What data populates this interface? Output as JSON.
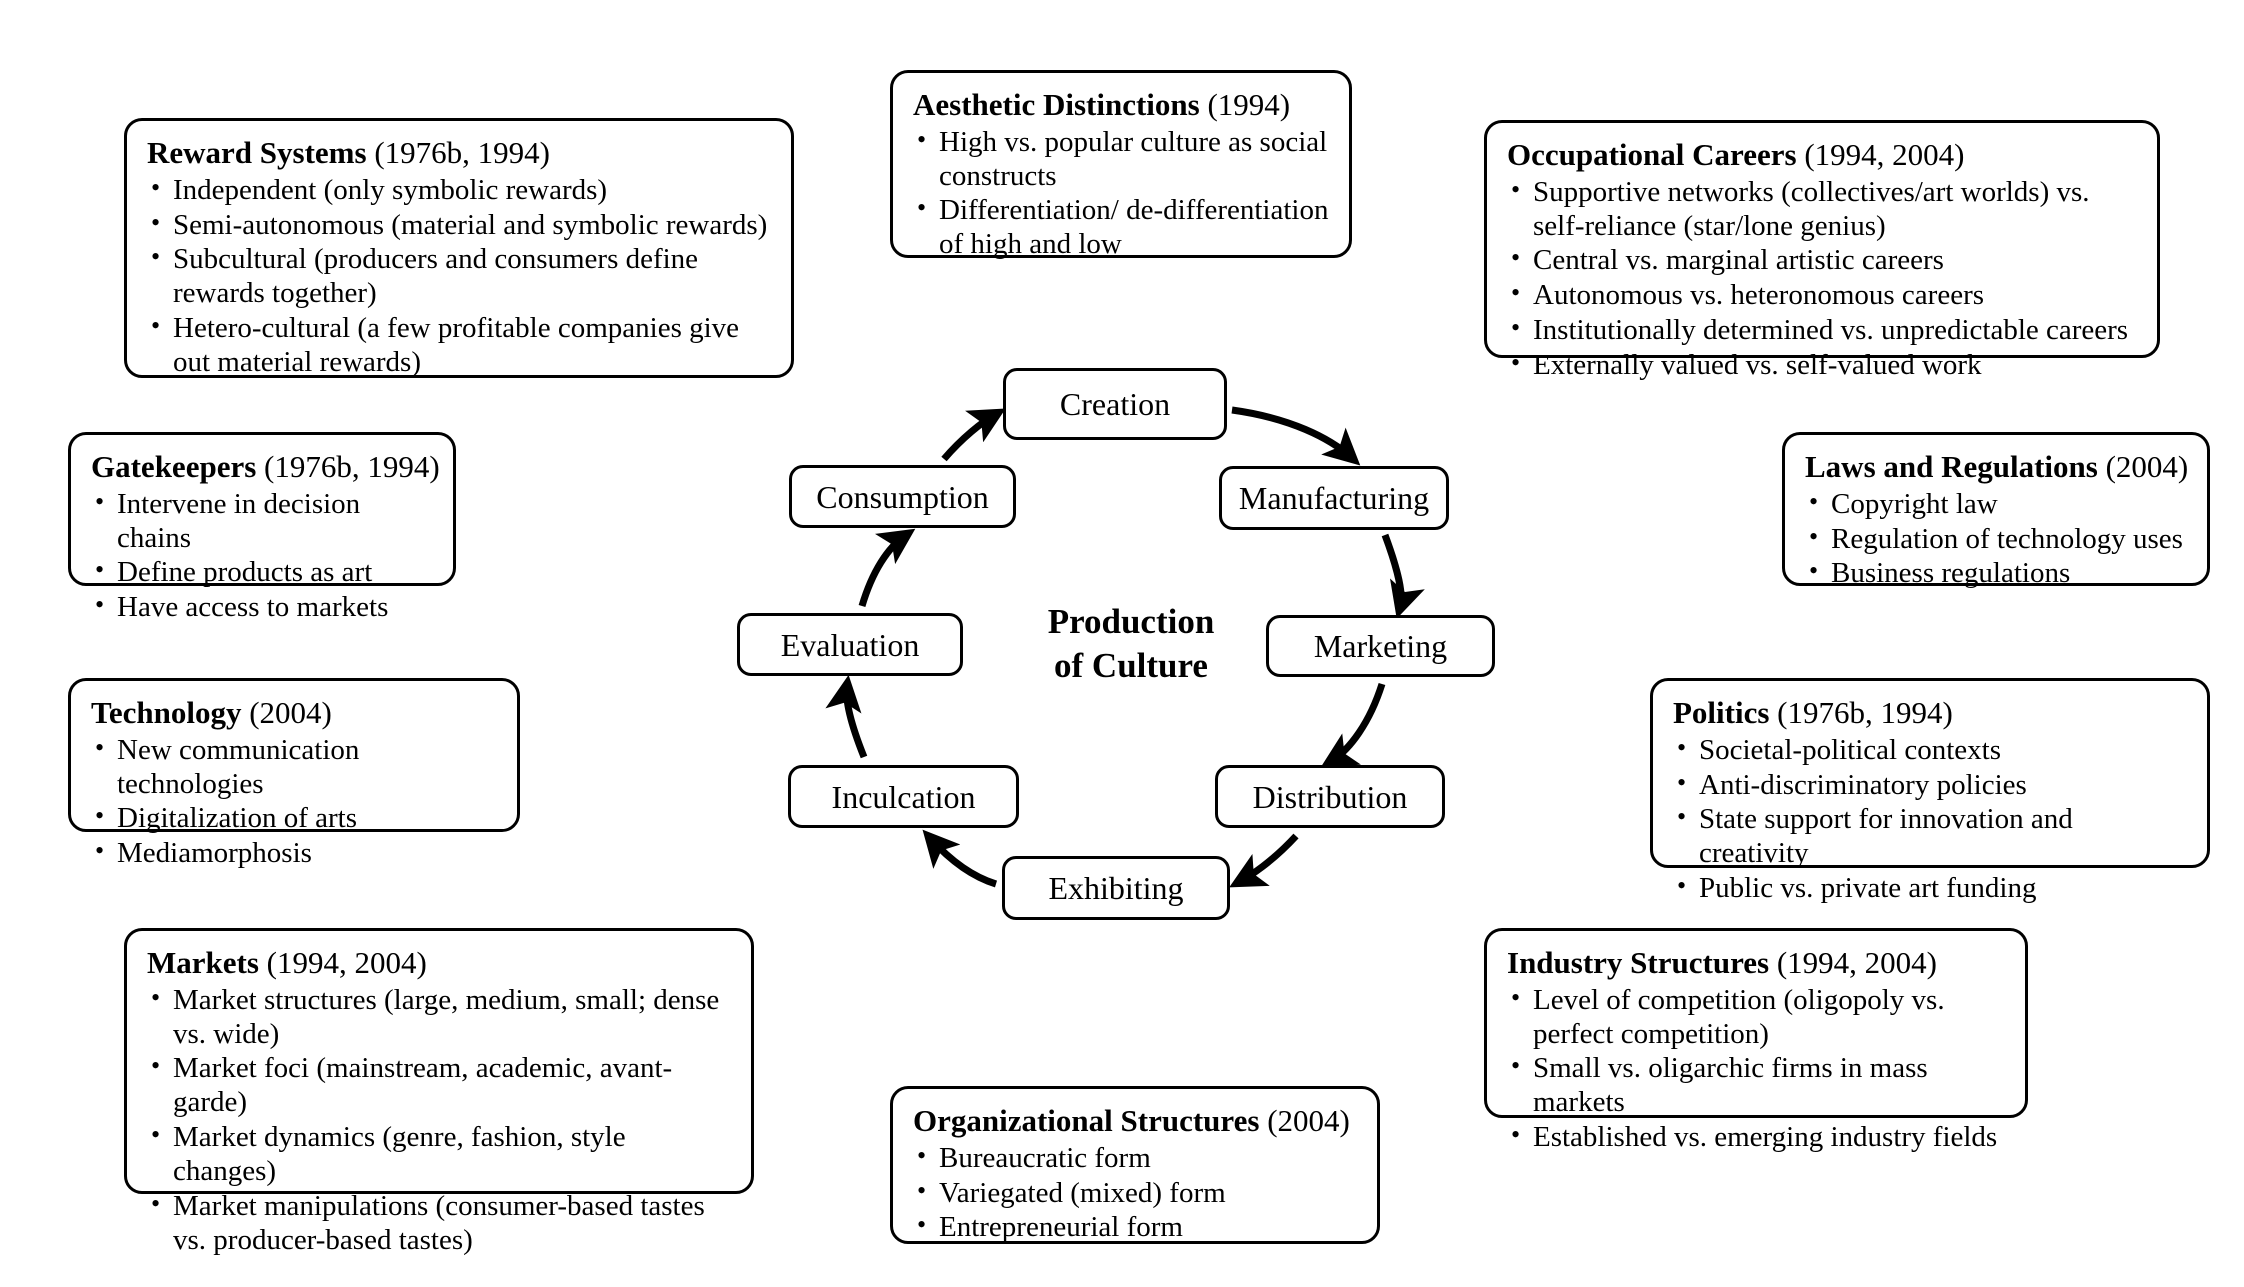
{
  "diagram": {
    "center_label": "Production\nof Culture",
    "cycle_nodes": [
      {
        "id": "creation",
        "label": "Creation"
      },
      {
        "id": "manufacturing",
        "label": "Manufacturing"
      },
      {
        "id": "marketing",
        "label": "Marketing"
      },
      {
        "id": "distribution",
        "label": "Distribution"
      },
      {
        "id": "exhibiting",
        "label": "Exhibiting"
      },
      {
        "id": "inculcation",
        "label": "Inculcation"
      },
      {
        "id": "evaluation",
        "label": "Evaluation"
      },
      {
        "id": "consumption",
        "label": "Consumption"
      }
    ],
    "cycle_flow": [
      "Creation → Manufacturing",
      "Manufacturing → Marketing",
      "Marketing → Distribution",
      "Distribution → Exhibiting",
      "Exhibiting → Inculcation",
      "Inculcation → Evaluation",
      "Evaluation → Consumption",
      "Consumption → Creation"
    ],
    "line_color": "#000000",
    "background_color": "#ffffff"
  },
  "boxes": {
    "reward_systems": {
      "title": "Reward Systems",
      "years": "(1976b, 1994)",
      "bullets": [
        "Independent (only symbolic rewards)",
        "Semi-autonomous (material and symbolic rewards)",
        "Subcultural (producers and consumers define rewards together)",
        "Hetero-cultural (a few profitable companies give out material rewards)"
      ]
    },
    "aesthetic_distinctions": {
      "title": "Aesthetic Distinctions",
      "years": "(1994)",
      "bullets": [
        "High vs. popular culture as social constructs",
        "Differentiation/ de-differentiation of high and low"
      ]
    },
    "occupational_careers": {
      "title": "Occupational Careers",
      "years": "(1994, 2004)",
      "bullets": [
        "Supportive networks (collectives/art worlds) vs. self-reliance (star/lone genius)",
        "Central vs. marginal artistic careers",
        "Autonomous vs. heteronomous careers",
        "Institutionally determined vs. unpredictable careers",
        "Externally valued vs. self-valued work"
      ]
    },
    "gatekeepers": {
      "title": "Gatekeepers",
      "years": "(1976b, 1994)",
      "bullets": [
        "Intervene in decision chains",
        "Define products as art",
        "Have access to markets"
      ]
    },
    "laws_and_regulations": {
      "title": "Laws and Regulations",
      "years": "(2004)",
      "bullets": [
        "Copyright law",
        "Regulation of technology uses",
        "Business regulations"
      ]
    },
    "technology": {
      "title": "Technology",
      "years": "(2004)",
      "bullets": [
        "New communication technologies",
        "Digitalization of arts",
        "Mediamorphosis"
      ]
    },
    "politics": {
      "title": "Politics",
      "years": "(1976b, 1994)",
      "bullets": [
        "Societal-political contexts",
        "Anti-discriminatory policies",
        "State support for innovation and creativity",
        "Public vs. private art funding"
      ]
    },
    "markets": {
      "title": "Markets",
      "years": "(1994, 2004)",
      "bullets": [
        "Market structures (large, medium, small; dense vs. wide)",
        "Market foci (mainstream, academic, avant-garde)",
        "Market dynamics (genre, fashion, style changes)",
        "Market manipulations (consumer-based tastes vs. producer-based tastes)"
      ]
    },
    "industry_structures": {
      "title": "Industry Structures",
      "years": "(1994, 2004)",
      "bullets": [
        "Level of competition (oligopoly vs. perfect competition)",
        "Small vs. oligarchic firms in mass markets",
        "Established vs. emerging industry fields"
      ]
    },
    "organizational_structures": {
      "title": "Organizational Structures",
      "years": "(2004)",
      "bullets": [
        "Bureaucratic form",
        "Variegated (mixed) form",
        "Entrepreneurial form"
      ]
    }
  }
}
